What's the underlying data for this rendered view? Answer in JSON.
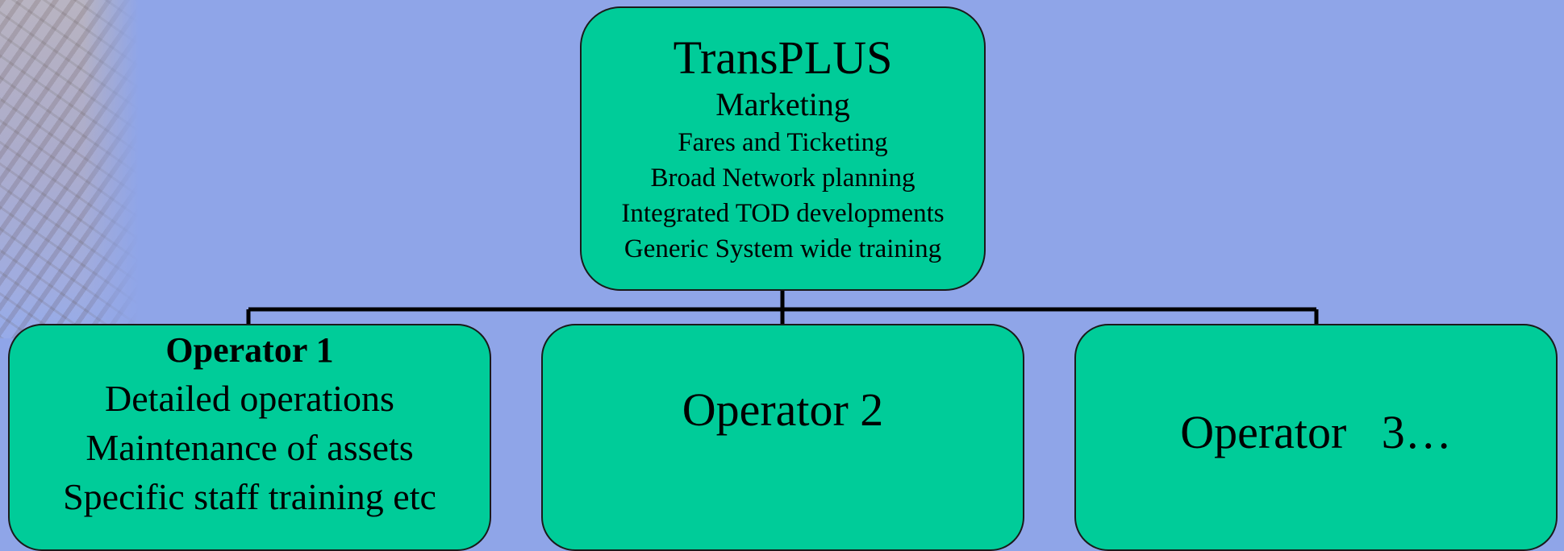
{
  "root": {
    "title": "TransPLUS",
    "subtitle": "Marketing",
    "items": [
      "Fares and Ticketing",
      "Broad Network planning",
      "Integrated TOD developments",
      "Generic System wide training"
    ]
  },
  "operators": [
    {
      "title": "Operator 1",
      "items": [
        "Detailed operations",
        "Maintenance of assets",
        "Specific staff training etc"
      ]
    },
    {
      "title": "Operator 2"
    },
    {
      "title": "Operator   3…"
    }
  ],
  "colors": {
    "background": "#8fa5e8",
    "node_fill": "#00cc99",
    "node_border": "#1a1a1a"
  }
}
